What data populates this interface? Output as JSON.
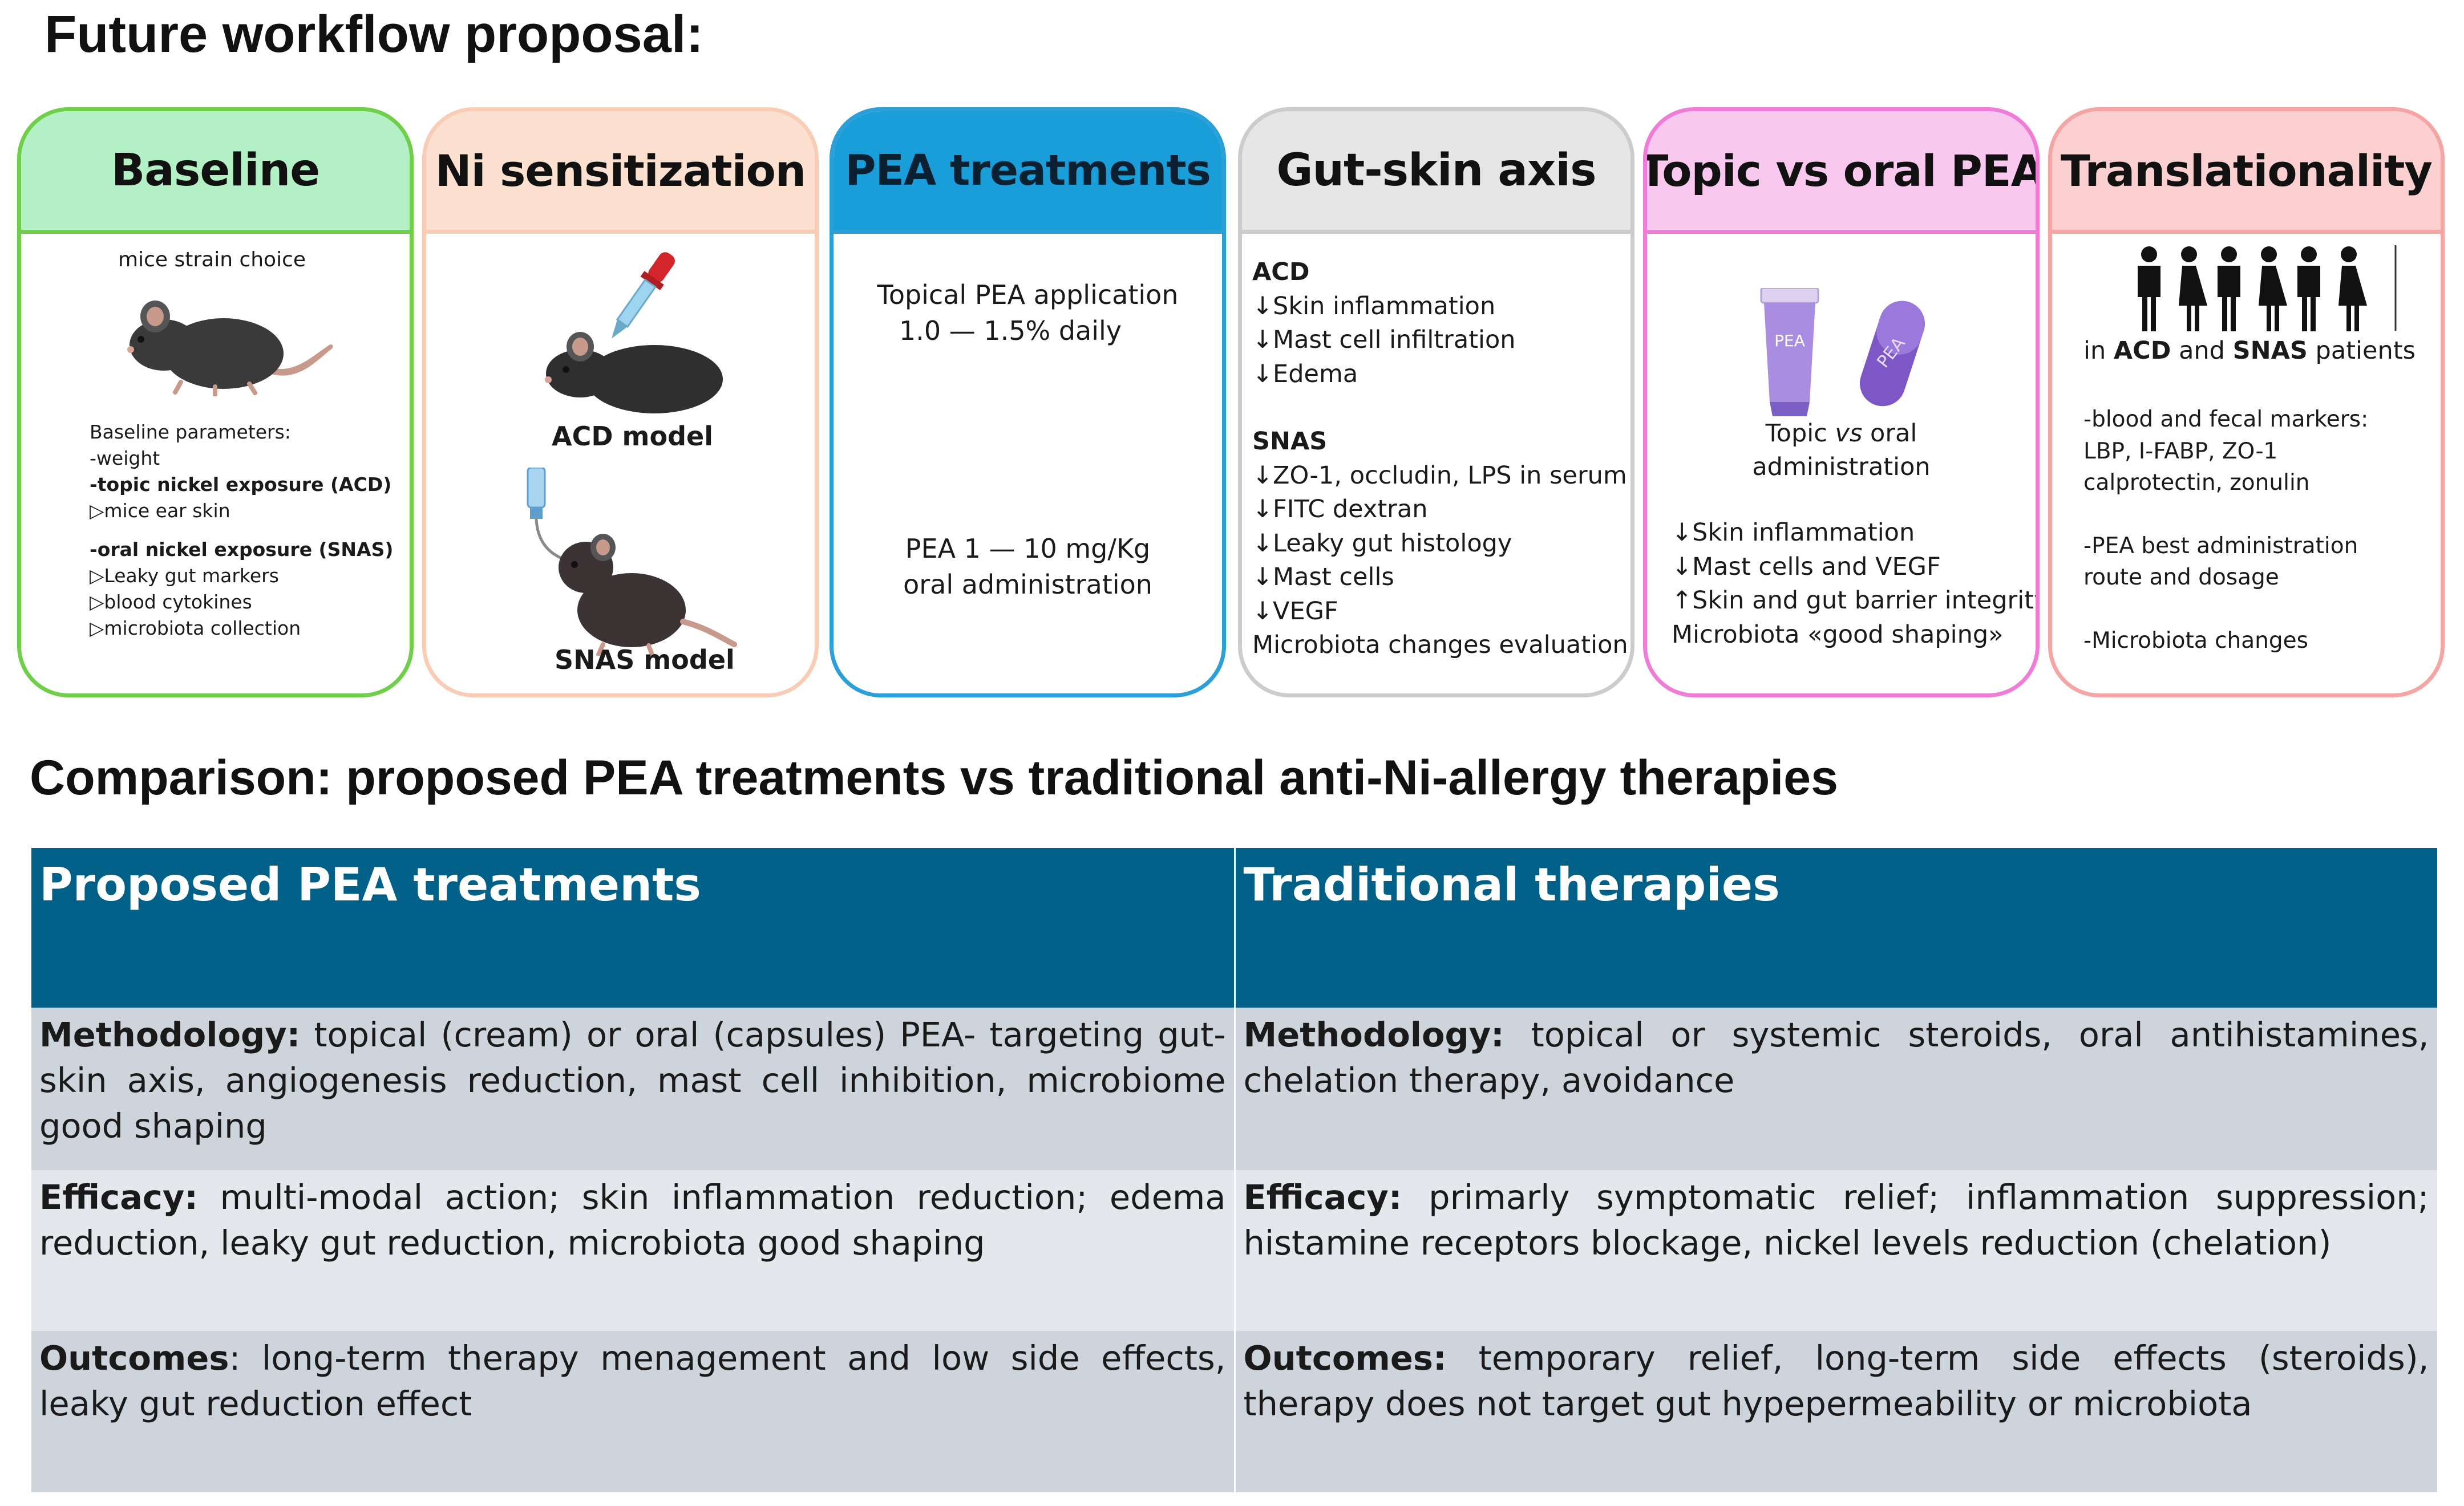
{
  "title": "Future workflow proposal:",
  "comparison_title": "Comparison: proposed PEA treatments vs traditional anti-Ni-allergy therapies",
  "cards": {
    "baseline": {
      "heading": "Baseline",
      "strain": "mice strain choice",
      "params_title": "Baseline parameters:",
      "weight": "-weight",
      "topic": "-topic nickel exposure (ACD)",
      "ear": "mice ear skin",
      "oral": "-oral nickel exposure (SNAS)",
      "leaky": "Leaky gut markers",
      "cytokines": "blood cytokines",
      "microbiota": "microbiota collection"
    },
    "ni": {
      "heading": "Ni sensitization",
      "acd": "ACD model",
      "snas": "SNAS model"
    },
    "pea": {
      "heading": "PEA treatments",
      "topical1": "Topical PEA application",
      "topical2": "1.0 — 1.5% daily",
      "oral1": "PEA 1 — 10 mg/Kg",
      "oral2": "oral administration"
    },
    "gut": {
      "heading": "Gut-skin axis",
      "acd_title": "ACD",
      "acd_items": [
        "↓Skin inflammation",
        "↓Mast cell infiltration",
        "↓Edema"
      ],
      "snas_title": "SNAS",
      "snas_items": [
        "↓ZO-1, occludin, LPS in serum",
        "↓FITC dextran",
        "↓Leaky gut histology",
        "↓Mast cells",
        "↓VEGF",
        "Microbiota changes evaluation"
      ]
    },
    "topic": {
      "heading": "Topic vs oral PEA",
      "tube_label": "PEA",
      "capsule_label": "PEA",
      "caption_a": "Topic ",
      "caption_vs": "vs",
      "caption_b": " oral",
      "caption2": "administration",
      "items": [
        "↓Skin inflammation",
        "↓Mast cells and VEGF",
        "↑Skin and gut barrier integrity",
        "Microbiota «good shaping»"
      ]
    },
    "trans": {
      "heading": "Translationality",
      "patients_a": "in ",
      "patients_acd": "ACD",
      "patients_and": " and ",
      "patients_snas": "SNAS",
      "patients_b": " patients",
      "lines": [
        "-blood and fecal markers:",
        "LBP, I-FABP, ZO-1",
        "calprotectin, zonulin",
        "",
        "-PEA best administration",
        "route and dosage",
        "",
        "-Microbiota changes"
      ]
    }
  },
  "table": {
    "headers": [
      "Proposed PEA treatments",
      "Traditional therapies"
    ],
    "rows": [
      {
        "left_label": "Methodology:",
        "left_text": " topical (cream) or oral (capsules) PEA- targeting gut-skin axis, angiogenesis reduction, mast cell inhibition, microbiome good shaping",
        "right_label": "Methodology:",
        "right_text": " topical or systemic steroids, oral antihistamines, chelation therapy, avoidance"
      },
      {
        "left_label": "Efficacy:",
        "left_text": " multi-modal action; skin inflammation reduction; edema reduction, leaky gut reduction, microbiota good shaping",
        "right_label": "Efficacy:",
        "right_text": " primarly symptomatic relief; inflammation suppression; histamine receptors blockage, nickel levels reduction (chelation)"
      },
      {
        "left_label": "Outcomes",
        "left_text": ": long-term therapy menagement and low side effects, leaky gut reduction effect",
        "right_label": "Outcomes:",
        "right_text": " temporary relief, long-term side effects (steroids), therapy does not  target gut hypepermeability or microbiota"
      }
    ]
  },
  "colors": {
    "baseline": "#b3f0c6",
    "ni": "#fce0d0",
    "pea": "#1a9ed9",
    "gut": "#e6e6e6",
    "topic": "#f9c8ef",
    "trans": "#fcd0d0",
    "table_header": "#006088"
  }
}
